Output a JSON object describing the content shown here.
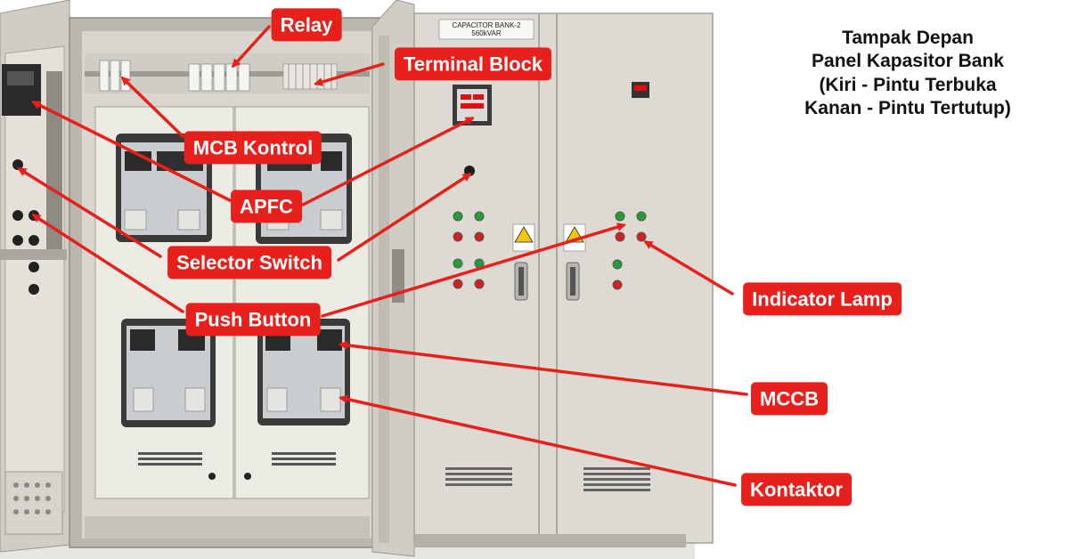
{
  "caption": {
    "lines": [
      "Tampak Depan",
      "Panel Kapasitor Bank",
      "(Kiri - Pintu Terbuka",
      "Kanan - Pintu Tertutup)"
    ]
  },
  "nameplate": {
    "line1": "CAPACITOR BANK-2",
    "line2": "560kVAR"
  },
  "labels": [
    {
      "id": "relay",
      "text": "Relay"
    },
    {
      "id": "terminal-block",
      "text": "Terminal Block"
    },
    {
      "id": "mcb-kontrol",
      "text": "MCB Kontrol"
    },
    {
      "id": "apfc",
      "text": "APFC"
    },
    {
      "id": "selector-switch",
      "text": "Selector Switch"
    },
    {
      "id": "push-button",
      "text": "Push Button"
    },
    {
      "id": "indicator-lamp",
      "text": "Indicator Lamp"
    },
    {
      "id": "mccb",
      "text": "MCCB"
    },
    {
      "id": "kontaktor",
      "text": "Kontaktor"
    }
  ],
  "colors": {
    "callout": "#e8201c",
    "panel_body": "#dcdad2",
    "panel_inner": "#ecebe4",
    "lamp_green": "#1f9e3a",
    "lamp_red": "#d62020",
    "warning_sign": "#f2c40a"
  }
}
